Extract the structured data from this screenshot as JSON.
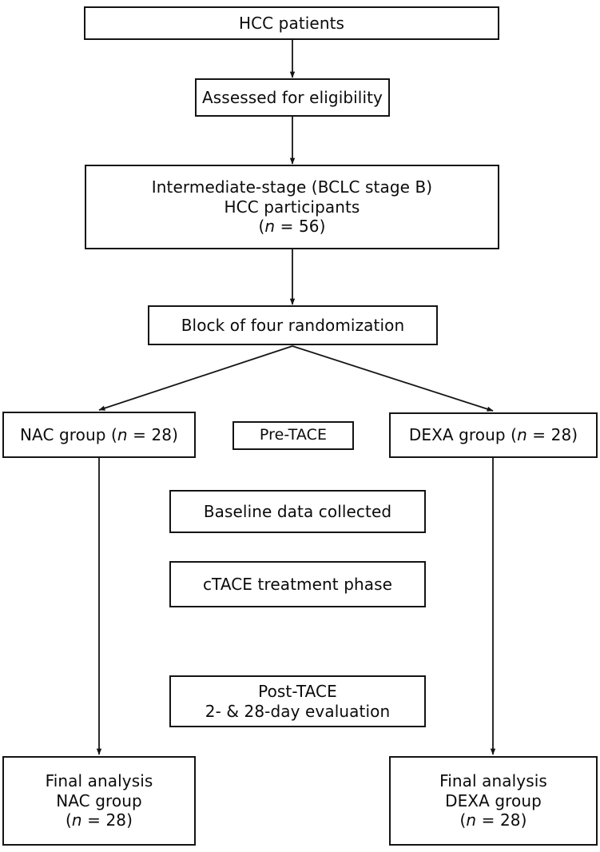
{
  "figure": {
    "type": "flowchart",
    "orientation": "top-down",
    "background_color": "#ffffff",
    "line_color": "#141414",
    "text_color": "#0b0b0b"
  },
  "nodes": {
    "hcc_patients": {
      "id": "hcc-patients",
      "lines": [
        "HCC patients"
      ]
    },
    "assessed": {
      "id": "assessed-for-eligibility",
      "lines": [
        "Assessed for eligibility"
      ]
    },
    "intermediate": {
      "id": "intermediate-stage-participants",
      "lines": [
        "Intermediate-stage (BCLC stage B)",
        "HCC participants"
      ],
      "count_prefix": "(",
      "count_symbol": "n",
      "count_value": " = 56)"
    },
    "randomization": {
      "id": "block-of-four-randomization",
      "lines": [
        "Block of four randomization"
      ]
    },
    "nac_group": {
      "id": "nac-group",
      "label_before": "NAC group (",
      "count_symbol": "n",
      "label_after": " = 28)"
    },
    "pre_tace": {
      "id": "pre-tace",
      "lines": [
        "Pre-TACE"
      ]
    },
    "dexa_group": {
      "id": "dexa-group",
      "label_before": "DEXA group (",
      "count_symbol": "n",
      "label_after": " = 28)"
    },
    "baseline": {
      "id": "baseline-data-collected",
      "lines": [
        "Baseline data collected"
      ]
    },
    "ctace": {
      "id": "ctace-treatment-phase",
      "lines": [
        "cTACE treatment phase"
      ]
    },
    "post_tace": {
      "id": "post-tace-evaluation",
      "lines": [
        "Post-TACE",
        "2- & 28-day evaluation"
      ]
    },
    "final_nac": {
      "id": "final-analysis-nac",
      "lines": [
        "Final analysis",
        "NAC group"
      ],
      "count_prefix": "(",
      "count_symbol": "n",
      "count_value": " = 28)"
    },
    "final_dexa": {
      "id": "final-analysis-dexa",
      "lines": [
        "Final analysis",
        "DEXA group"
      ],
      "count_prefix": "(",
      "count_symbol": "n",
      "count_value": " = 28)"
    }
  },
  "edges": [
    {
      "from": "hcc_patients",
      "to": "assessed",
      "style": "arrow-down"
    },
    {
      "from": "assessed",
      "to": "intermediate",
      "style": "arrow-down"
    },
    {
      "from": "intermediate",
      "to": "randomization",
      "style": "arrow-down"
    },
    {
      "from": "randomization",
      "to": "nac_group",
      "style": "arrow-diagonal-left"
    },
    {
      "from": "randomization",
      "to": "dexa_group",
      "style": "arrow-diagonal-right"
    },
    {
      "from": "nac_group",
      "to": "final_nac",
      "style": "arrow-down-long"
    },
    {
      "from": "dexa_group",
      "to": "final_dexa",
      "style": "arrow-down-long"
    }
  ]
}
